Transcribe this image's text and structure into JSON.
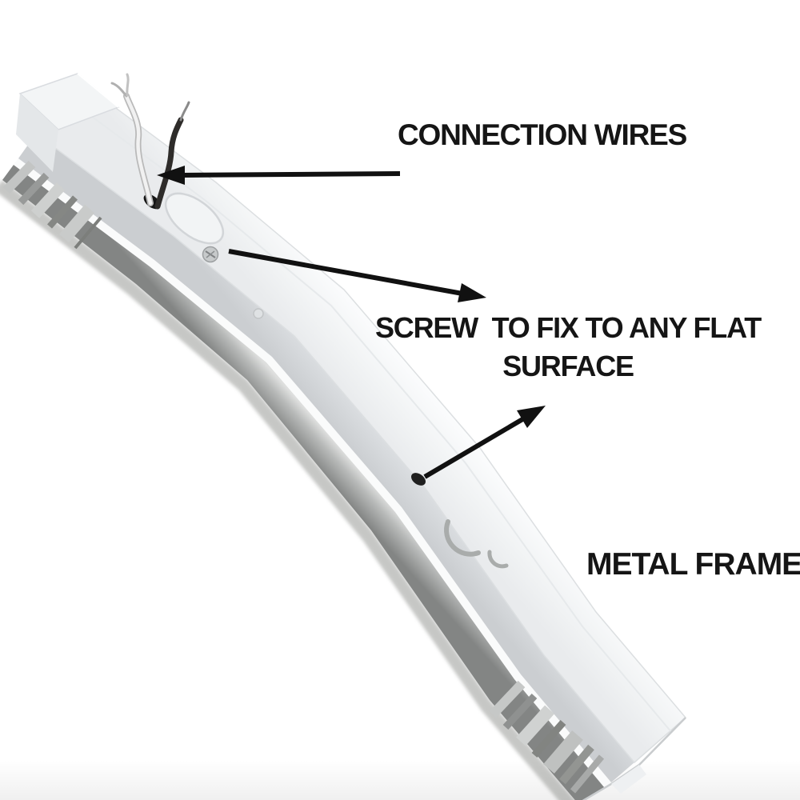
{
  "diagram": {
    "background_color": "#ffffff",
    "text_color": "#151515",
    "arrow_color": "#111111",
    "labels": {
      "connection_wires": "CONNECTION WIRES",
      "screw_fix_line1": "SCREW  TO FIX TO ANY FLAT",
      "screw_fix_line2": "SURFACE",
      "metal_frame": "METAL FRAME"
    },
    "fixture_colors": {
      "frame_top": "#f2f4f5",
      "frame_side": "#d4d7da",
      "highlight": "#fafbfb",
      "tube_light": "#dedfde",
      "tube_dark": "#838584",
      "wire_black": "#2e2c2a",
      "wire_white": "#f1f1f1"
    }
  }
}
